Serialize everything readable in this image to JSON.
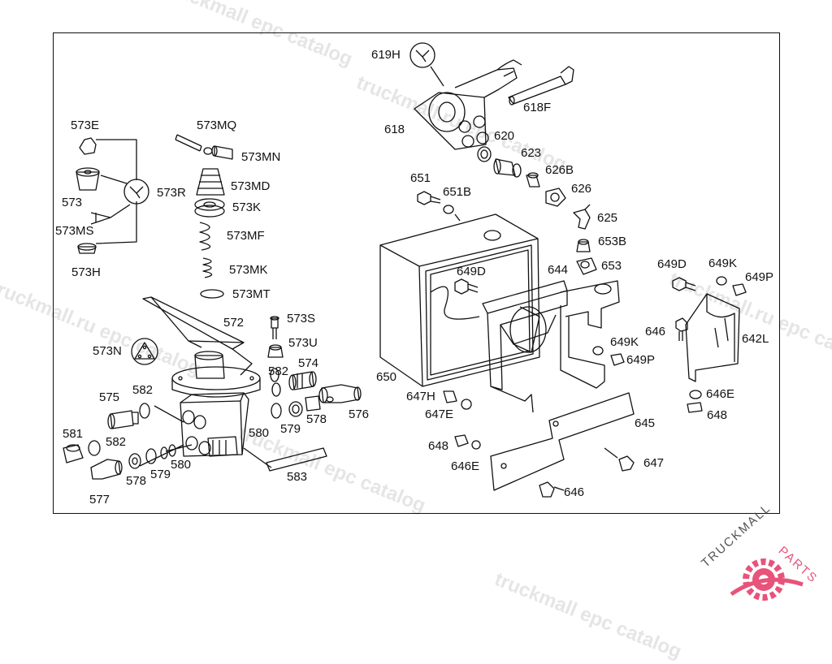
{
  "watermark": {
    "line1": "truckmall epc catalog",
    "line2": "truckmall.ru epc catalog"
  },
  "logo": {
    "brand_left": "TRUCKMALL",
    "brand_right": "PARTS",
    "accent_color": "#e8537a"
  },
  "callouts": {
    "c573E": "573E",
    "c573": "573",
    "c573R": "573R",
    "c573MS": "573MS",
    "c573H": "573H",
    "c573MQ": "573MQ",
    "c573MN": "573MN",
    "c573MD": "573MD",
    "c573K": "573K",
    "c573MF": "573MF",
    "c573MK": "573MK",
    "c573MT": "573MT",
    "c572": "572",
    "c573S": "573S",
    "c573U": "573U",
    "c574": "574",
    "c573N": "573N",
    "c575": "575",
    "c582a": "582",
    "c582b": "582",
    "c582c": "582",
    "c581": "581",
    "c577": "577",
    "c578a": "578",
    "c578b": "578",
    "c579a": "579",
    "c579b": "579",
    "c580a": "580",
    "c580b": "580",
    "c583": "583",
    "c576": "576",
    "c619H": "619H",
    "c618": "618",
    "c618F": "618F",
    "c620": "620",
    "c623": "623",
    "c626B": "626B",
    "c626": "626",
    "c625": "625",
    "c651": "651",
    "c651B": "651B",
    "c653B": "653B",
    "c653": "653",
    "c644": "644",
    "c649D": "649D",
    "c649Dr": "649D",
    "c649K": "649K",
    "c649P": "649P",
    "c649Kb": "649K",
    "c649Pb": "649P",
    "c646": "646",
    "c642L": "642L",
    "c646E": "646E",
    "c648": "648",
    "c650": "650",
    "c647H": "647H",
    "c647E": "647E",
    "c645": "645",
    "c648b": "648",
    "c646Eb": "646E",
    "c647": "647",
    "c646b": "646"
  }
}
